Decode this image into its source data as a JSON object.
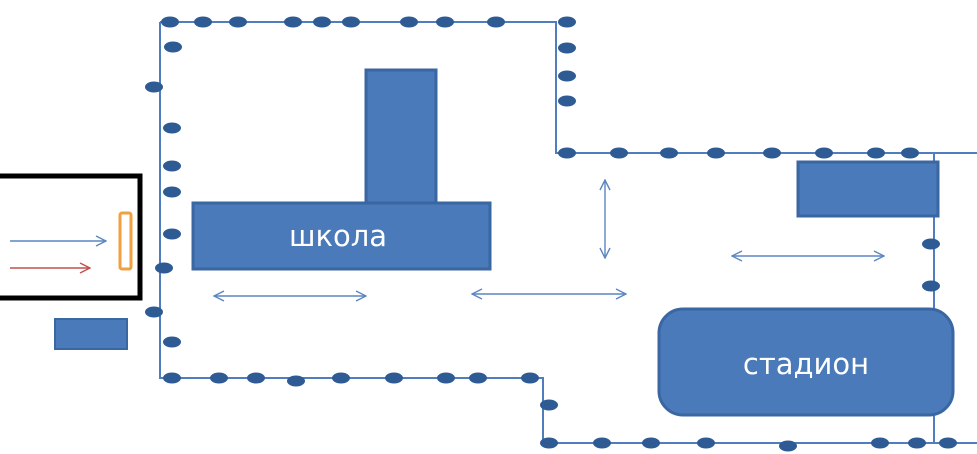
{
  "labels": {
    "school": "школа",
    "stadium": "стадион"
  },
  "colors": {
    "building_fill": "#4a7ab9",
    "building_stroke": "#3a66a2",
    "fence_line": "#4f7dbd",
    "fence_post": "#2f5b95",
    "arrow": "#5b86c0",
    "red_arrow": "#c0504d",
    "gate": "#f0a040",
    "entrance_frame": "#000000",
    "label_text": "#ffffff"
  },
  "icons": {
    "fence_post": "dot",
    "movement": "double-arrow",
    "entry": "single-arrow"
  }
}
